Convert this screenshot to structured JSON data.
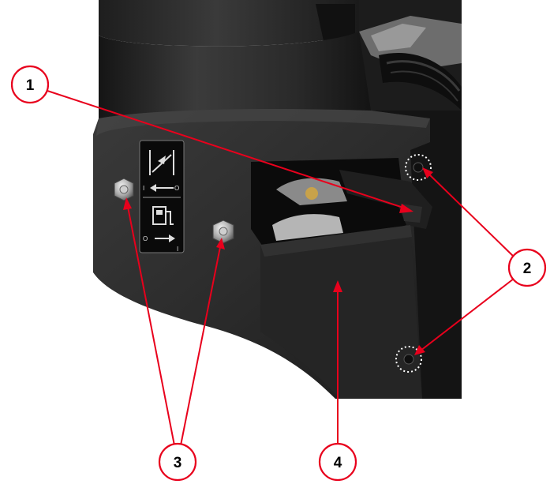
{
  "figure": {
    "description": "",
    "callouts": [
      {
        "id": "callout-1",
        "label": "1"
      },
      {
        "id": "callout-2",
        "label": "2"
      },
      {
        "id": "callout-3",
        "label": "3"
      },
      {
        "id": "callout-4",
        "label": "4"
      }
    ],
    "decal": {
      "icons": [
        "throttle-lever-icon",
        "fuel-pump-icon"
      ],
      "marks": {
        "top_left": "I",
        "top_right": "O",
        "bottom_left": "O",
        "bottom_right": "I"
      }
    },
    "colors": {
      "callout_red": "#e8001c",
      "housing": "#2b2b2b",
      "background": "#ffffff"
    }
  }
}
